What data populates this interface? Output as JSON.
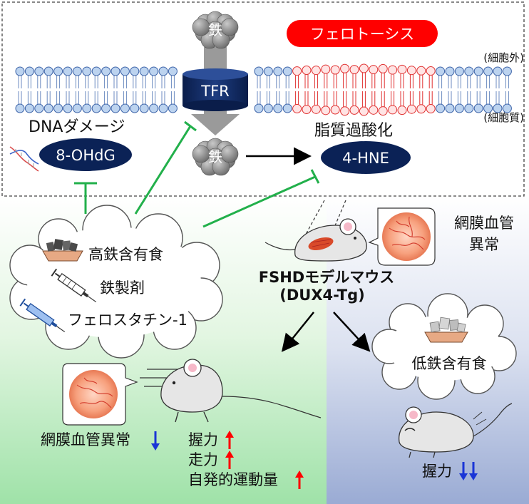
{
  "membrane": {
    "ferroptosis_label": "フェロトーシス",
    "outer_label": "(細胞外)",
    "inner_label": "(細胞質)",
    "tfr_label": "TFR",
    "iron_outer": "鉄",
    "iron_inner": "鉄"
  },
  "damage": {
    "dna_title": "DNAダメージ",
    "dna_marker": "8-OHdG",
    "lipid_title": "脂質過酸化",
    "lipid_marker": "4-HNE"
  },
  "treatments": {
    "items": [
      "高鉄含有食",
      "鉄製剤",
      "フェロスタチン-1"
    ]
  },
  "model": {
    "retina_label_line1": "網膜血管",
    "retina_label_line2": "異常",
    "mouse_name_line1": "FSHDモデルマウス",
    "mouse_name_line2": "(DUX4-Tg)"
  },
  "outcome_left": {
    "retina_label": "網膜血管異常",
    "effects": [
      "握力",
      "走力",
      "自発的運動量"
    ]
  },
  "outcome_right": {
    "diet_label": "低鉄含有食",
    "effect": "握力"
  },
  "colors": {
    "ferroptosis_red": "#ff0000",
    "navy": "#0b2256",
    "inhibit_green": "#22b04b",
    "up_arrow": "#ff0000",
    "down_arrow": "#1a35d6"
  }
}
